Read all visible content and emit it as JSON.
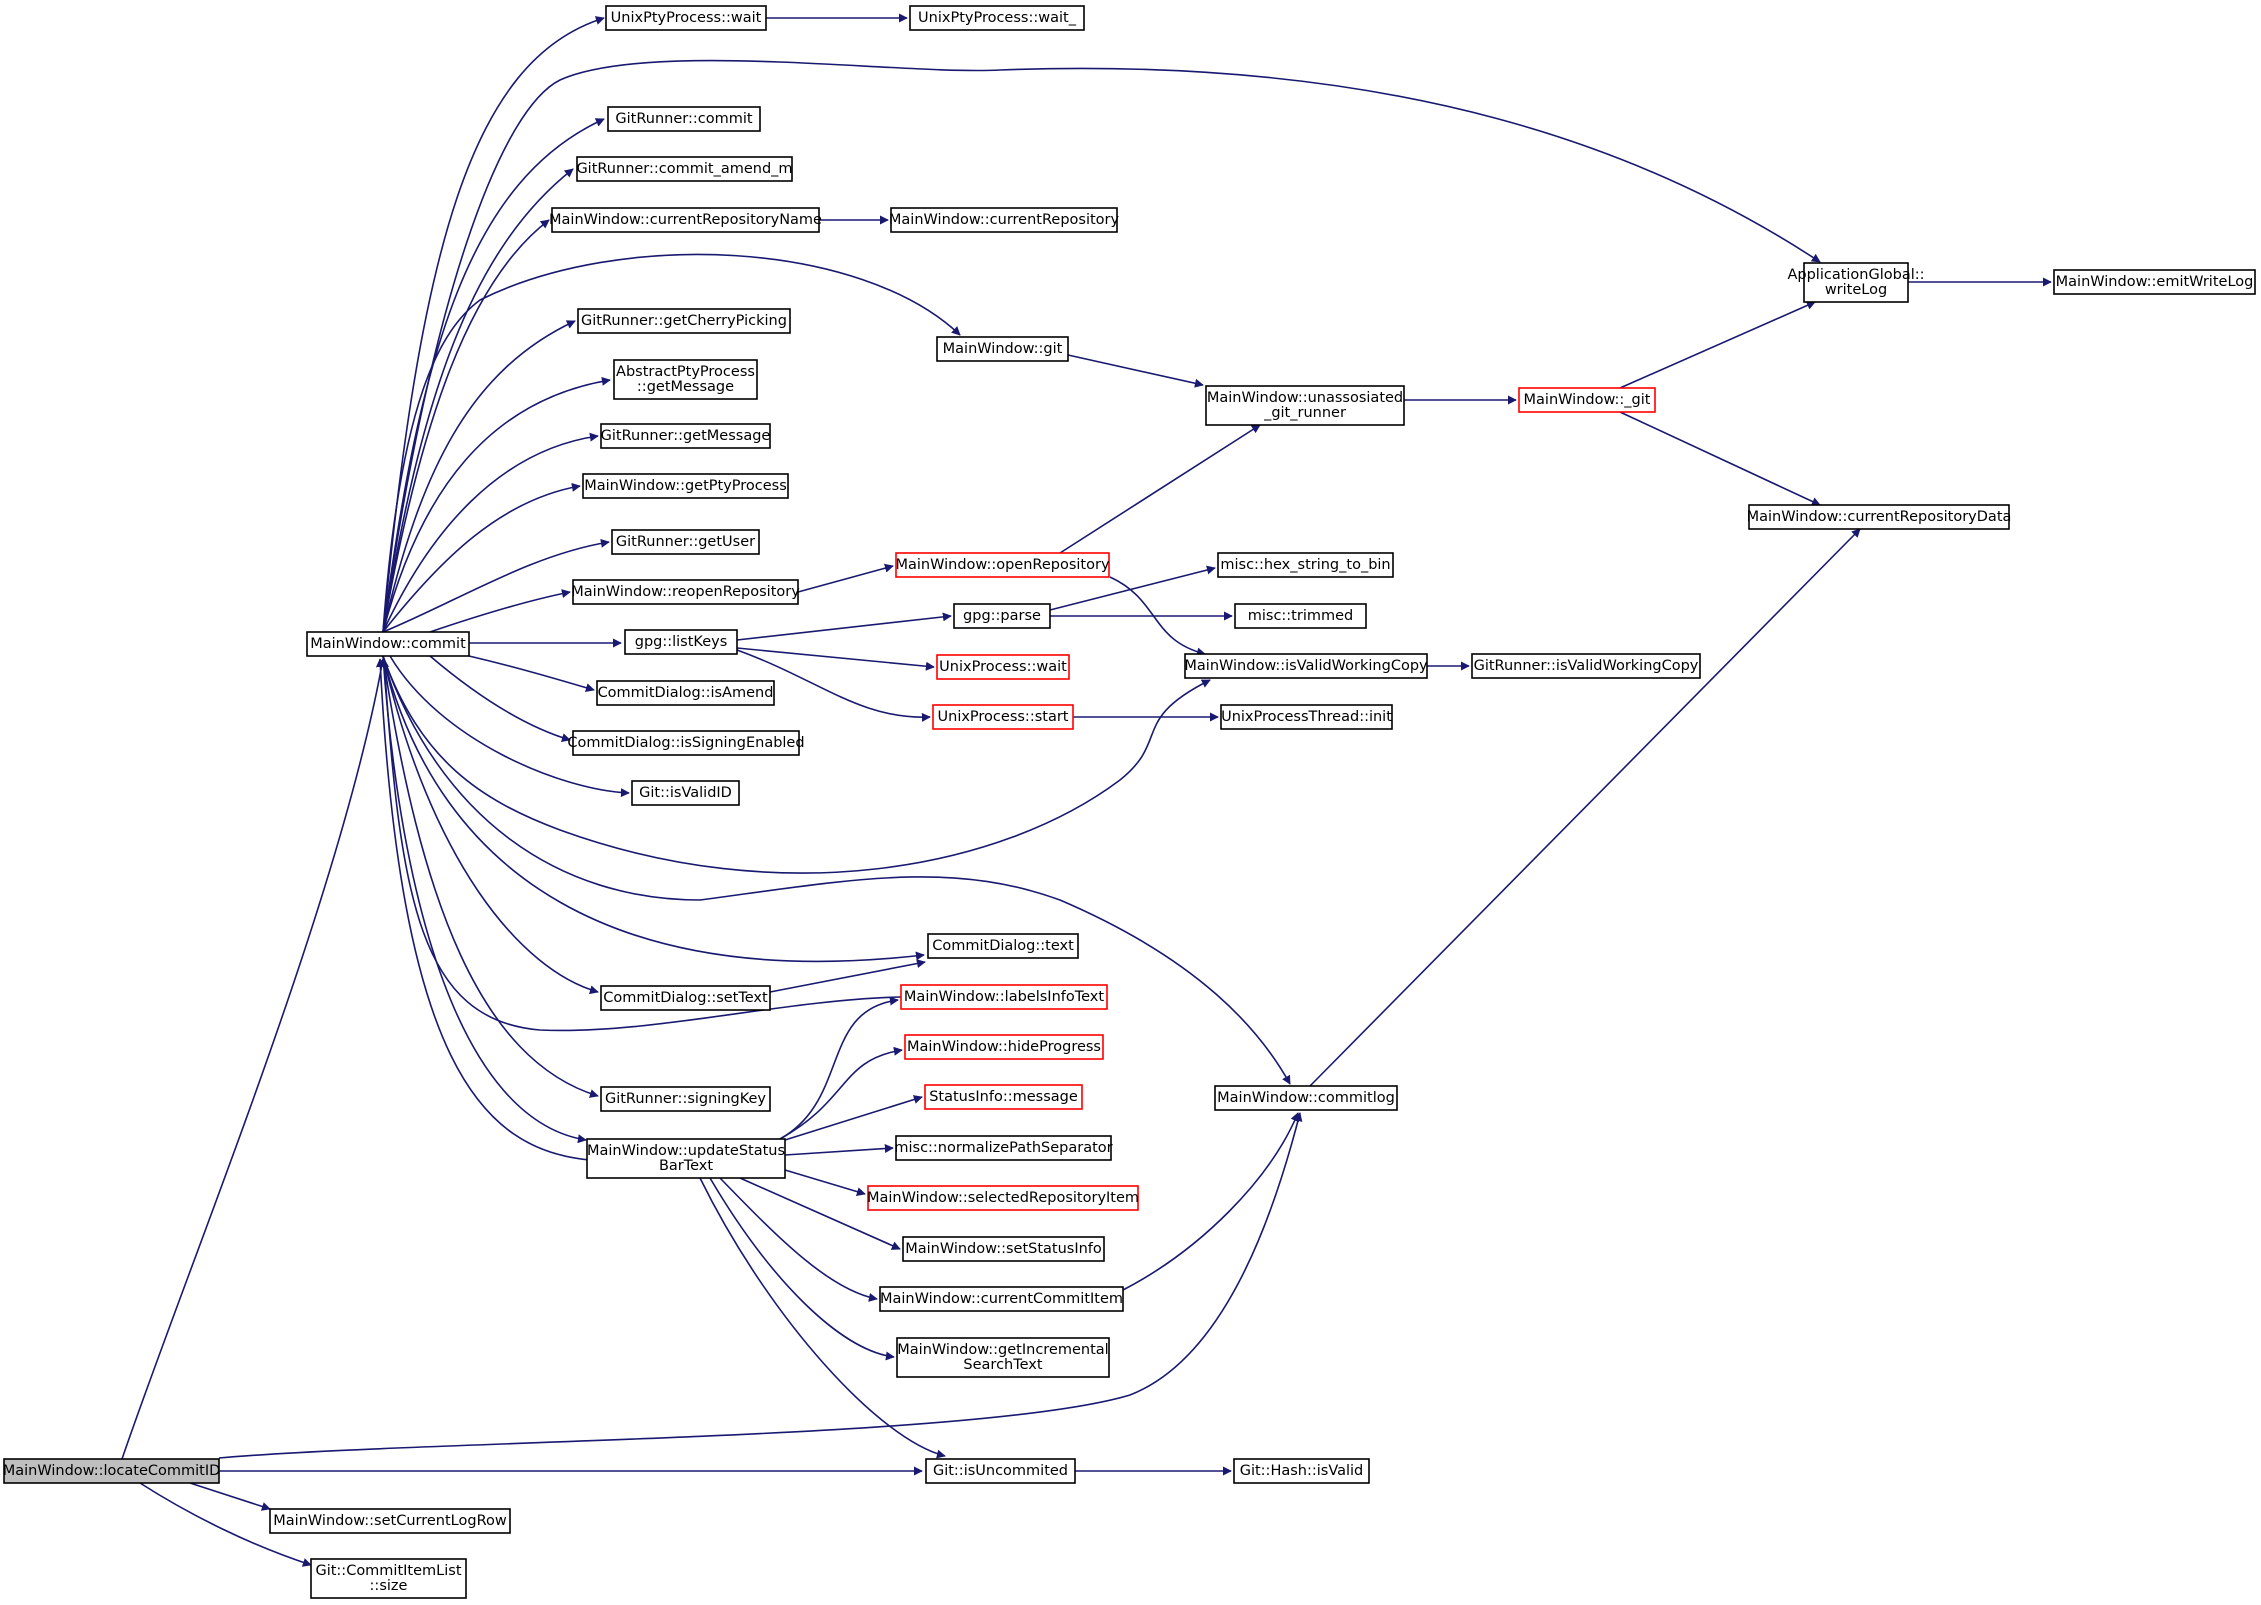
{
  "colors": {
    "edge": "#191970",
    "border_normal": "#000000",
    "border_truncated": "#ff0000",
    "fill_normal": "#ffffff",
    "fill_root": "#bfbfbf"
  },
  "nodes": [
    {
      "id": "locateCommitID",
      "lines": [
        "MainWindow::locateCommitID"
      ],
      "style": "root"
    },
    {
      "id": "commit",
      "lines": [
        "MainWindow::commit"
      ],
      "style": "normal"
    },
    {
      "id": "setCurrentLogRow",
      "lines": [
        "MainWindow::setCurrentLogRow"
      ],
      "style": "normal"
    },
    {
      "id": "ciSize",
      "lines": [
        "Git::CommitItemList",
        "::size"
      ],
      "style": "normal"
    },
    {
      "id": "ptyWait",
      "lines": [
        "UnixPtyProcess::wait"
      ],
      "style": "normal"
    },
    {
      "id": "ptyWait_",
      "lines": [
        "UnixPtyProcess::wait_"
      ],
      "style": "normal"
    },
    {
      "id": "grCommit",
      "lines": [
        "GitRunner::commit"
      ],
      "style": "normal"
    },
    {
      "id": "grAmend",
      "lines": [
        "GitRunner::commit_amend_m"
      ],
      "style": "normal"
    },
    {
      "id": "curRepoName",
      "lines": [
        "MainWindow::currentRepositoryName"
      ],
      "style": "normal"
    },
    {
      "id": "curRepo",
      "lines": [
        "MainWindow::currentRepository"
      ],
      "style": "normal"
    },
    {
      "id": "getCherry",
      "lines": [
        "GitRunner::getCherryPicking"
      ],
      "style": "normal"
    },
    {
      "id": "absGetMsg",
      "lines": [
        "AbstractPtyProcess",
        "::getMessage"
      ],
      "style": "normal"
    },
    {
      "id": "grGetMsg",
      "lines": [
        "GitRunner::getMessage"
      ],
      "style": "normal"
    },
    {
      "id": "getPty",
      "lines": [
        "MainWindow::getPtyProcess"
      ],
      "style": "normal"
    },
    {
      "id": "getUser",
      "lines": [
        "GitRunner::getUser"
      ],
      "style": "normal"
    },
    {
      "id": "reopenRepo",
      "lines": [
        "MainWindow::reopenRepository"
      ],
      "style": "normal"
    },
    {
      "id": "listKeys",
      "lines": [
        "gpg::listKeys"
      ],
      "style": "normal"
    },
    {
      "id": "isAmend",
      "lines": [
        "CommitDialog::isAmend"
      ],
      "style": "normal"
    },
    {
      "id": "isSigning",
      "lines": [
        "CommitDialog::isSigningEnabled"
      ],
      "style": "normal"
    },
    {
      "id": "isValidID",
      "lines": [
        "Git::isValidID"
      ],
      "style": "normal"
    },
    {
      "id": "cdText",
      "lines": [
        "CommitDialog::text"
      ],
      "style": "normal"
    },
    {
      "id": "cdSetText",
      "lines": [
        "CommitDialog::setText"
      ],
      "style": "normal"
    },
    {
      "id": "signingKey",
      "lines": [
        "GitRunner::signingKey"
      ],
      "style": "normal"
    },
    {
      "id": "updStatus",
      "lines": [
        "MainWindow::updateStatus",
        "BarText"
      ],
      "style": "normal"
    },
    {
      "id": "mwGit",
      "lines": [
        "MainWindow::git"
      ],
      "style": "normal"
    },
    {
      "id": "unassoc",
      "lines": [
        "MainWindow::unassosiated",
        "_git_runner"
      ],
      "style": "normal"
    },
    {
      "id": "_git",
      "lines": [
        "MainWindow::_git"
      ],
      "style": "truncated"
    },
    {
      "id": "writeLog",
      "lines": [
        "ApplicationGlobal::",
        "writeLog"
      ],
      "style": "normal"
    },
    {
      "id": "emitWriteLog",
      "lines": [
        "MainWindow::emitWriteLog"
      ],
      "style": "normal"
    },
    {
      "id": "curRepoData",
      "lines": [
        "MainWindow::currentRepositoryData"
      ],
      "style": "normal"
    },
    {
      "id": "openRepo",
      "lines": [
        "MainWindow::openRepository"
      ],
      "style": "truncated"
    },
    {
      "id": "hexToBin",
      "lines": [
        "misc::hex_string_to_bin"
      ],
      "style": "normal"
    },
    {
      "id": "gpgParse",
      "lines": [
        "gpg::parse"
      ],
      "style": "normal"
    },
    {
      "id": "trimmed",
      "lines": [
        "misc::trimmed"
      ],
      "style": "normal"
    },
    {
      "id": "upWait",
      "lines": [
        "UnixProcess::wait"
      ],
      "style": "truncated"
    },
    {
      "id": "isValidWC",
      "lines": [
        "MainWindow::isValidWorkingCopy"
      ],
      "style": "normal"
    },
    {
      "id": "grIsValidWC",
      "lines": [
        "GitRunner::isValidWorkingCopy"
      ],
      "style": "normal"
    },
    {
      "id": "upStart",
      "lines": [
        "UnixProcess::start"
      ],
      "style": "truncated"
    },
    {
      "id": "uptInit",
      "lines": [
        "UnixProcessThread::init"
      ],
      "style": "normal"
    },
    {
      "id": "labelsInfo",
      "lines": [
        "MainWindow::labelsInfoText"
      ],
      "style": "truncated"
    },
    {
      "id": "hideProgress",
      "lines": [
        "MainWindow::hideProgress"
      ],
      "style": "truncated"
    },
    {
      "id": "siMessage",
      "lines": [
        "StatusInfo::message"
      ],
      "style": "truncated"
    },
    {
      "id": "normPath",
      "lines": [
        "misc::normalizePathSeparator"
      ],
      "style": "normal"
    },
    {
      "id": "selRepoItem",
      "lines": [
        "MainWindow::selectedRepositoryItem"
      ],
      "style": "truncated"
    },
    {
      "id": "setStatusInfo",
      "lines": [
        "MainWindow::setStatusInfo"
      ],
      "style": "normal"
    },
    {
      "id": "curCommitItem",
      "lines": [
        "MainWindow::currentCommitItem"
      ],
      "style": "normal"
    },
    {
      "id": "getIncr",
      "lines": [
        "MainWindow::getIncremental",
        "SearchText"
      ],
      "style": "normal"
    },
    {
      "id": "commitlog",
      "lines": [
        "MainWindow::commitlog"
      ],
      "style": "normal"
    },
    {
      "id": "isUncommited",
      "lines": [
        "Git::isUncommited"
      ],
      "style": "normal"
    },
    {
      "id": "hashIsValid",
      "lines": [
        "Git::Hash::isValid"
      ],
      "style": "normal"
    }
  ]
}
